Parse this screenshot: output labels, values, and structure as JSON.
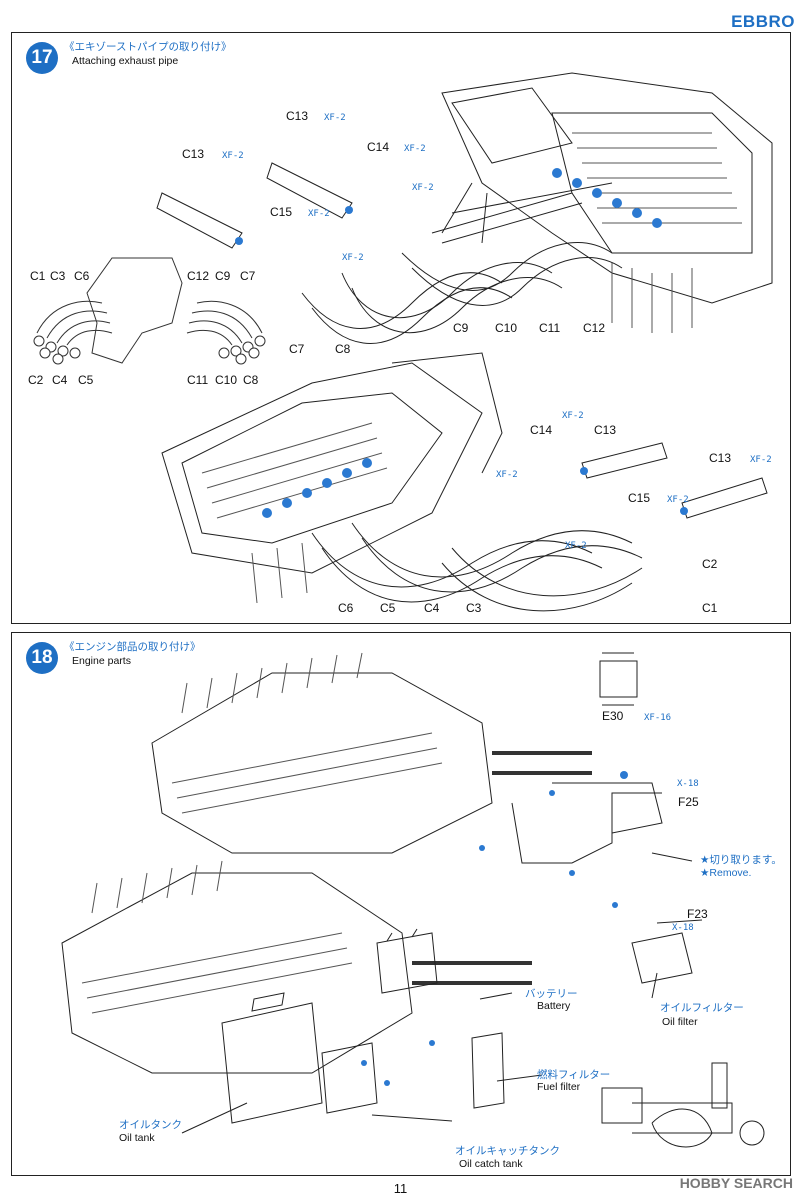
{
  "brand": "EBBRO",
  "page_number": "11",
  "watermark": "HOBBY SEARCH",
  "step17": {
    "number": "17",
    "title_jp": "《エキゾーストパイプの取り付け》",
    "title_en": "Attaching exhaust pipe",
    "paint": "XF-2",
    "labels_top": {
      "C13a": "C13",
      "C13b": "C13",
      "C14": "C14",
      "C15": "C15",
      "C7": "C7",
      "C8": "C8",
      "C9": "C9",
      "C10": "C10",
      "C11": "C11",
      "C12": "C12"
    },
    "diagram_left": [
      "C1",
      "C3",
      "C6",
      "C2",
      "C4",
      "C5"
    ],
    "diagram_right": [
      "C12",
      "C9",
      "C7",
      "C11",
      "C10",
      "C8"
    ],
    "labels_bottom": {
      "C14": "C14",
      "C13a": "C13",
      "C13b": "C13",
      "C15": "C15",
      "C2": "C2",
      "C1": "C1",
      "C3": "C3",
      "C4": "C4",
      "C5": "C5",
      "C6": "C6"
    }
  },
  "step18": {
    "number": "18",
    "title_jp": "《エンジン部品の取り付け》",
    "title_en": "Engine parts",
    "E30": "E30",
    "paint_e30": "XF-16",
    "F25": "F25",
    "F23": "F23",
    "paint_x18": "X-18",
    "cut_jp": "★切り取ります。",
    "cut_en": "★Remove.",
    "battery_jp": "バッテリー",
    "battery_en": "Battery",
    "oilfilter_jp": "オイルフィルター",
    "oilfilter_en": "Oil filter",
    "fuelfilter_jp": "燃料フィルター",
    "fuelfilter_en": "Fuel filter",
    "oiltank_jp": "オイルタンク",
    "oiltank_en": "Oil tank",
    "catchtank_jp": "オイルキャッチタンク",
    "catchtank_en": "Oil catch tank"
  }
}
